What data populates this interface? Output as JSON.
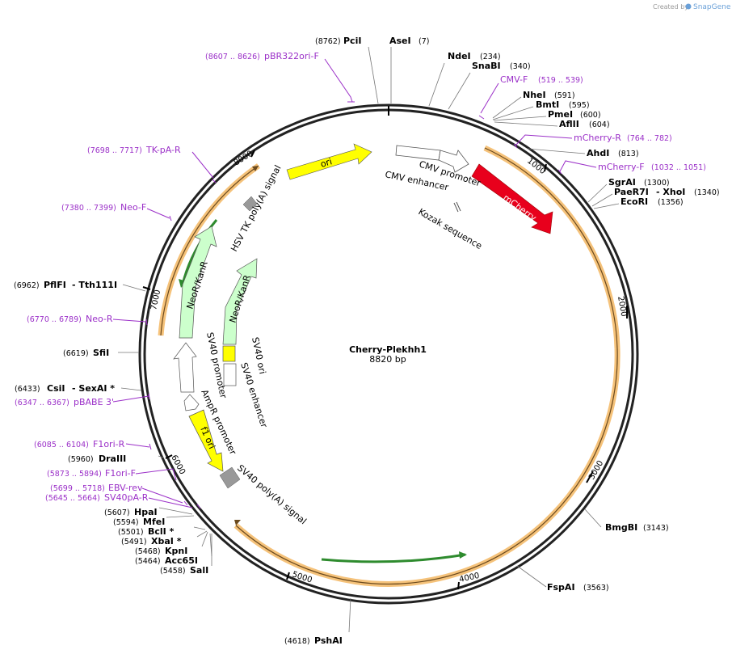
{
  "credit": {
    "prefix": "Created by",
    "brand": "SnapGene"
  },
  "plasmid": {
    "name": "Cherry-Plekhh1",
    "size": "8820 bp"
  },
  "ticks": [
    "1000",
    "2000",
    "3000",
    "4000",
    "5000",
    "6000",
    "7000",
    "8000"
  ],
  "sites": [
    {
      "name": "PciI",
      "pos": "(8762)"
    },
    {
      "name": "AseI",
      "pos": "(7)"
    },
    {
      "name": "NdeI",
      "pos": "(234)"
    },
    {
      "name": "SnaBI",
      "pos": "(340)"
    },
    {
      "name": "NheI",
      "pos": "(591)"
    },
    {
      "name": "BmtI",
      "pos": "(595)"
    },
    {
      "name": "PmeI",
      "pos": "(600)"
    },
    {
      "name": "AflII",
      "pos": "(604)"
    },
    {
      "name": "AhdI",
      "pos": "(813)"
    },
    {
      "name": "SgrAI",
      "pos": "(1300)"
    },
    {
      "name": "PaeR7I",
      "pos": ""
    },
    {
      "name": "- XhoI",
      "pos": "(1340)"
    },
    {
      "name": "EcoRI",
      "pos": "(1356)"
    },
    {
      "name": "BmgBI",
      "pos": "(3143)"
    },
    {
      "name": "FspAI",
      "pos": "(3563)"
    },
    {
      "name": "PshAI",
      "pos": "(4618)"
    },
    {
      "name": "SalI",
      "pos": "(5458)"
    },
    {
      "name": "Acc65I",
      "pos": "(5464)"
    },
    {
      "name": "KpnI",
      "pos": "(5468)"
    },
    {
      "name": "XbaI *",
      "pos": "(5491)"
    },
    {
      "name": "BclI *",
      "pos": "(5501)"
    },
    {
      "name": "MfeI",
      "pos": "(5594)"
    },
    {
      "name": "HpaI",
      "pos": "(5607)"
    },
    {
      "name": "DraIII",
      "pos": "(5960)"
    },
    {
      "name": "CsiI",
      "pos": "(6433)"
    },
    {
      "name": "- SexAI *",
      "pos": ""
    },
    {
      "name": "SfiI",
      "pos": "(6619)"
    },
    {
      "name": "PflFI",
      "pos": "(6962)"
    },
    {
      "name": "- Tth111I",
      "pos": ""
    }
  ],
  "primers": [
    {
      "name": "pBR322ori-F",
      "range": "(8607 .. 8626)"
    },
    {
      "name": "CMV-F",
      "range": "(519 .. 539)"
    },
    {
      "name": "mCherry-R",
      "range": "(764 .. 782)"
    },
    {
      "name": "mCherry-F",
      "range": "(1032 .. 1051)"
    },
    {
      "name": "TK-pA-R",
      "range": "(7698 .. 7717)"
    },
    {
      "name": "Neo-F",
      "range": "(7380 .. 7399)"
    },
    {
      "name": "Neo-R",
      "range": "(6770 .. 6789)"
    },
    {
      "name": "pBABE 3'",
      "range": "(6347 .. 6367)"
    },
    {
      "name": "F1ori-R",
      "range": "(6085 .. 6104)"
    },
    {
      "name": "F1ori-F",
      "range": "(5873 .. 5894)"
    },
    {
      "name": "EBV-rev",
      "range": "(5699 .. 5718)"
    },
    {
      "name": "SV40pA-R",
      "range": "(5645 .. 5664)"
    }
  ],
  "features": {
    "ori": "ori",
    "cmv_promoter": "CMV promoter",
    "cmv_enhancer": "CMV enhancer",
    "mcherry": "mCherry",
    "kozak": "Kozak sequence",
    "hsv_tk": "HSV TK poly(A) signal",
    "neo_outer": "NeoR/KanR",
    "neo_inner": "NeoR/KanR",
    "sv40_promoter": "SV40 promoter",
    "sv40_ori": "SV40 ori",
    "sv40_enhancer": "SV40 enhancer",
    "ampr_promoter": "AmpR promoter",
    "f1_ori": "f1 ori",
    "sv40_polya": "SV40 poly(A) signal"
  },
  "colors": {
    "mcherry": "#e8001c",
    "ori": "#ffff00",
    "neo": "#ccffcc",
    "primer": "#9b30c8",
    "orf": "#f5c27a",
    "gray": "#999999"
  }
}
